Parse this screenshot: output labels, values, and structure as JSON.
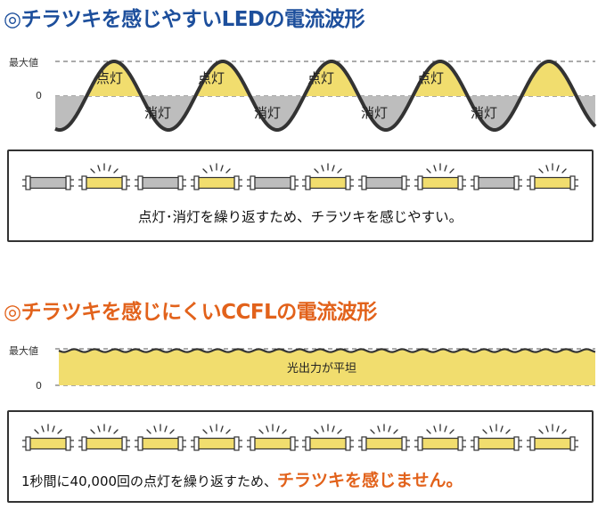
{
  "led": {
    "title": "◎チラツキを感じやすいLEDの電流波形",
    "axis_max": "最大値",
    "axis_zero": "0",
    "on_label": "点灯",
    "off_label": "消灯",
    "caption": "点灯･消灯を繰り返すため、チラツキを感じやすい。",
    "lamp_states": [
      "off",
      "on",
      "off",
      "on",
      "off",
      "on",
      "off",
      "on",
      "off",
      "on"
    ]
  },
  "ccfl": {
    "title": "◎チラツキを感じにくいCCFLの電流波形",
    "axis_max": "最大値",
    "axis_zero": "0",
    "flat_label": "光出力が平坦",
    "caption_plain": "1秒間に40,000回の点灯を繰り返すため、",
    "caption_emphasis": "チラツキを感じません。",
    "lamp_states": [
      "on",
      "on",
      "on",
      "on",
      "on",
      "on",
      "on",
      "on",
      "on",
      "on"
    ]
  },
  "colors": {
    "led_title": "#1d4f9c",
    "ccfl_title": "#e2621b",
    "lit_fill": "#f1dd6e",
    "dim_fill": "#bdbdbd",
    "wave_stroke": "#333333"
  }
}
